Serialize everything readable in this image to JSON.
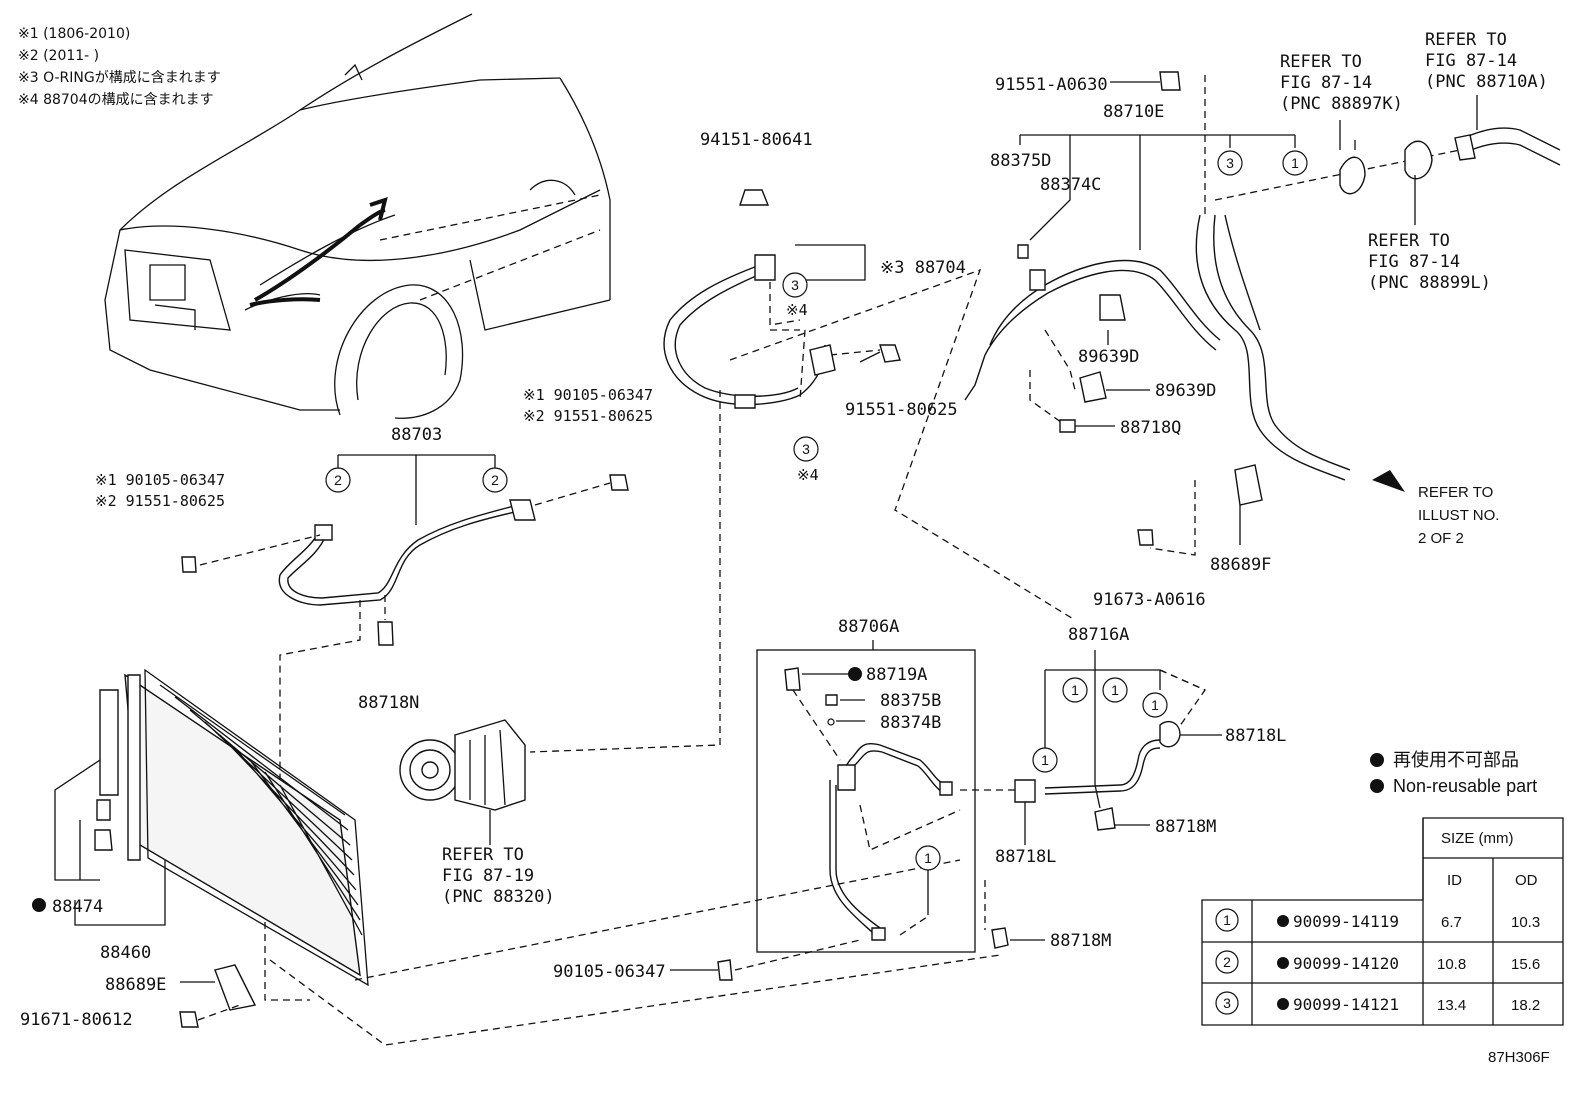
{
  "notes": [
    "※1 (1806-2010)",
    "※2 (2011-      )",
    "※3 O-RINGが構成に含まれます",
    "※4 88704の構成に含まれます"
  ],
  "labels": {
    "p94151_80641": "94151-80641",
    "p88704": "※3 88704",
    "mark3a": "3",
    "note4a": "※4",
    "mark3b": "3",
    "note4b": "※4",
    "p91551_80625_right": "91551-80625",
    "p90105_top": "※1 90105-06347",
    "p91551_top": "※2 91551-80625",
    "p88703": "88703",
    "p90105_left": "※1 90105-06347",
    "p91551_left": "※2 91551-80625",
    "mark2a": "2",
    "mark2b": "2",
    "p88718N": "88718N",
    "refer_8719_1": "REFER TO",
    "refer_8719_2": "FIG 87-19",
    "refer_8719_3": "(PNC 88320)",
    "p88474": "88474",
    "p88460": "88460",
    "p88689E": "88689E",
    "p91671_80612": "91671-80612",
    "p91551_A0630": "91551-A0630",
    "p88710E": "88710E",
    "p88375D": "88375D",
    "p88374C": "88374C",
    "mark3c": "3",
    "mark1a": "1",
    "refer_88897K_1": "REFER TO",
    "refer_88897K_2": "FIG 87-14",
    "refer_88897K_3": "(PNC 88897K)",
    "refer_88710A_1": "REFER TO",
    "refer_88710A_2": "FIG 87-14",
    "refer_88710A_3": "(PNC 88710A)",
    "refer_88899L_1": "REFER TO",
    "refer_88899L_2": "FIG 87-14",
    "refer_88899L_3": "(PNC 88899L)",
    "p89639D_a": "89639D",
    "p89639D_b": "89639D",
    "p88718Q": "88718Q",
    "refer_illust_1": "REFER TO",
    "refer_illust_2": "ILLUST NO.",
    "refer_illust_3": "2 OF 2",
    "p88689F": "88689F",
    "p91673_A0616": "91673-A0616",
    "p88706A": "88706A",
    "p88719A": "88719A",
    "p88375B": "88375B",
    "p88374B": "88374B",
    "mark1b": "1",
    "p90105_bottom": "90105-06347",
    "p88718M_a": "88718M",
    "p88716A": "88716A",
    "mark1c": "1",
    "mark1d": "1",
    "mark1e": "1",
    "mark1f": "1",
    "p88718L_a": "88718L",
    "p88718L_b": "88718L",
    "p88718M_b": "88718M"
  },
  "legend": {
    "reuse_jp": "再使用不可部品",
    "reuse_en": "Non-reusable part"
  },
  "size_table": {
    "header": "SIZE (mm)",
    "col_id": "ID",
    "col_od": "OD",
    "rows": [
      {
        "mark": "1",
        "part": "90099-14119",
        "id": "6.7",
        "od": "10.3"
      },
      {
        "mark": "2",
        "part": "90099-14120",
        "id": "10.8",
        "od": "15.6"
      },
      {
        "mark": "3",
        "part": "90099-14121",
        "id": "13.4",
        "od": "18.2"
      }
    ]
  },
  "figure_code": "87H306F"
}
